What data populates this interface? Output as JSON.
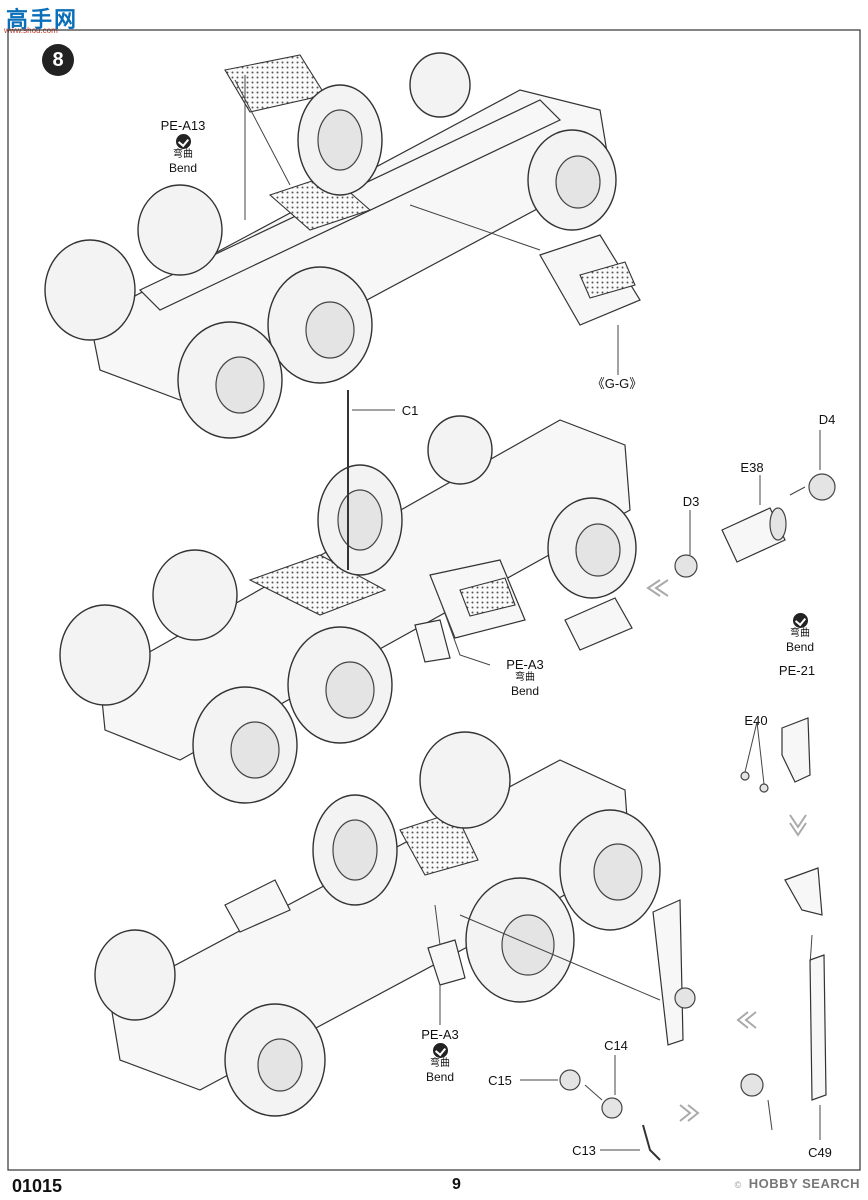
{
  "logo": {
    "text": "高手网",
    "url": "www.shou.com"
  },
  "step": {
    "number": "8"
  },
  "parts": {
    "pe_a13": "PE-A13",
    "g_g": "《G-G》",
    "c1": "C1",
    "d4": "D4",
    "e38": "E38",
    "d3": "D3",
    "pe_a3_mid": "PE-A3",
    "pe_21": "PE-21",
    "e40": "E40",
    "pe_a3_bottom": "PE-A3",
    "c14": "C14",
    "c15": "C15",
    "c13": "C13",
    "c49": "C49"
  },
  "bend": {
    "cn": "弯曲",
    "en": "Bend"
  },
  "footer": {
    "code": "01015",
    "page": "9"
  },
  "watermark": {
    "prefix": "© ",
    "text": "HOBBY SEARCH"
  }
}
